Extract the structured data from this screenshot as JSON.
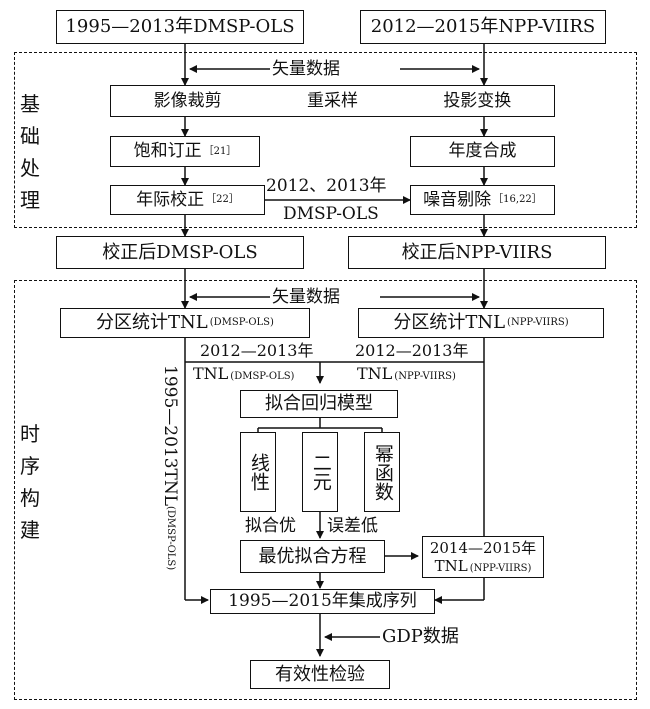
{
  "top_inputs": {
    "dmsp": "1995—2013年DMSP-OLS",
    "viirs": "2012—2015年NPP-VIIRS"
  },
  "stage1": {
    "label": "基础处理",
    "vector_data": "矢量数据",
    "row_clip": "影像裁剪",
    "row_resample": "重采样",
    "row_project": "投影变换",
    "saturation": "饱和订正",
    "saturation_ref": "［21］",
    "annual_comp": "年度合成",
    "intercal": "年际校正",
    "intercal_ref": "［22］",
    "mid_label_1": "2012、2013年",
    "mid_label_2": "DMSP-OLS",
    "denoise": "噪音剔除",
    "denoise_ref": "［16,22］"
  },
  "corrected": {
    "dmsp": "校正后DMSP-OLS",
    "viirs": "校正后NPP-VIIRS"
  },
  "stage2": {
    "label": "时序构建",
    "vector_data": "矢量数据",
    "zonal_dmsp": "分区统计TNL",
    "zonal_dmsp_sub": "(DMSP-OLS)",
    "zonal_viirs": "分区统计TNL",
    "zonal_viirs_sub": "(NPP-VIIRS)",
    "tnl_dmsp_years": "2012—2013年",
    "tnl_dmsp": "TNL",
    "tnl_dmsp_sub": "(DMSP-OLS)",
    "tnl_viirs_years": "2012—2013年",
    "tnl_viirs": "TNL",
    "tnl_viirs_sub": "(NPP-VIIRS)",
    "vertical_label": "1995—2013TNL",
    "vertical_label_sub": "(DMSP-OLS)",
    "fit_model": "拟合回归模型",
    "linear": "线性",
    "quadratic": "二元",
    "power": "幂函数",
    "fit_best": "拟合优",
    "error_low": "误差低",
    "optimal": "最优拟合方程",
    "viirs_1415_years": "2014—2015年",
    "viirs_1415": "TNL",
    "viirs_1415_sub": "(NPP-VIIRS)",
    "integrated": "1995—2015年集成序列",
    "gdp": "GDP数据",
    "validation": "有效性检验"
  }
}
